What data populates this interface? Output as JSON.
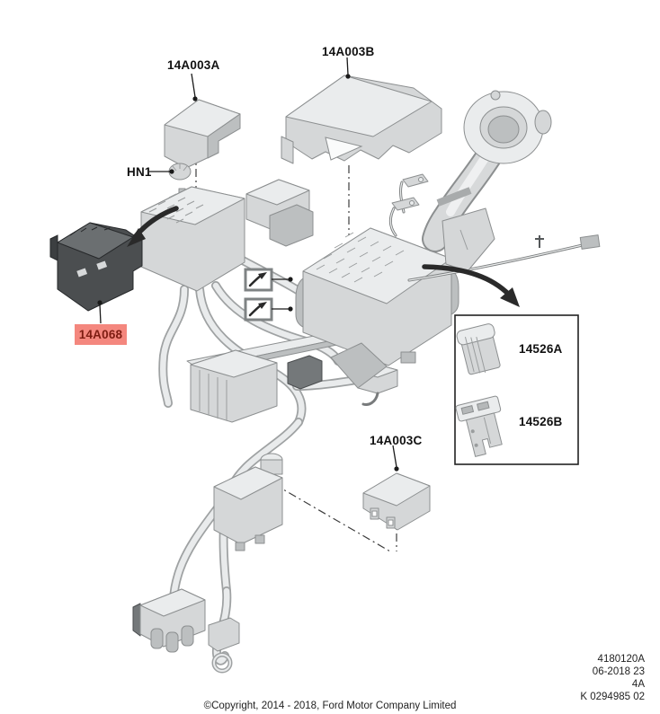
{
  "callouts": {
    "cover_a": "14A003A",
    "cover_b": "14A003B",
    "nut": "HN1",
    "junction_bracket": "14A068",
    "fuse_cartridge": "14526A",
    "fuse_maxi": "14526B",
    "cover_c": "14A003C"
  },
  "highlight": {
    "bg": "#f4877e",
    "fg": "#7e1d12"
  },
  "plate": {
    "ref1": "4180120A",
    "ref2": "06-2018 23",
    "ref3": "4A",
    "ref4": "K 0294985 02"
  },
  "copyright": "©Copyright, 2014 - 2018, Ford Motor Company Limited",
  "icons": {
    "direction_arrow": "diagonal-arrow-icon"
  },
  "colors": {
    "part_fill": "#d5d7d8",
    "part_outline": "#8c8f90",
    "line": "#1a1a1a",
    "background": "#ffffff"
  }
}
